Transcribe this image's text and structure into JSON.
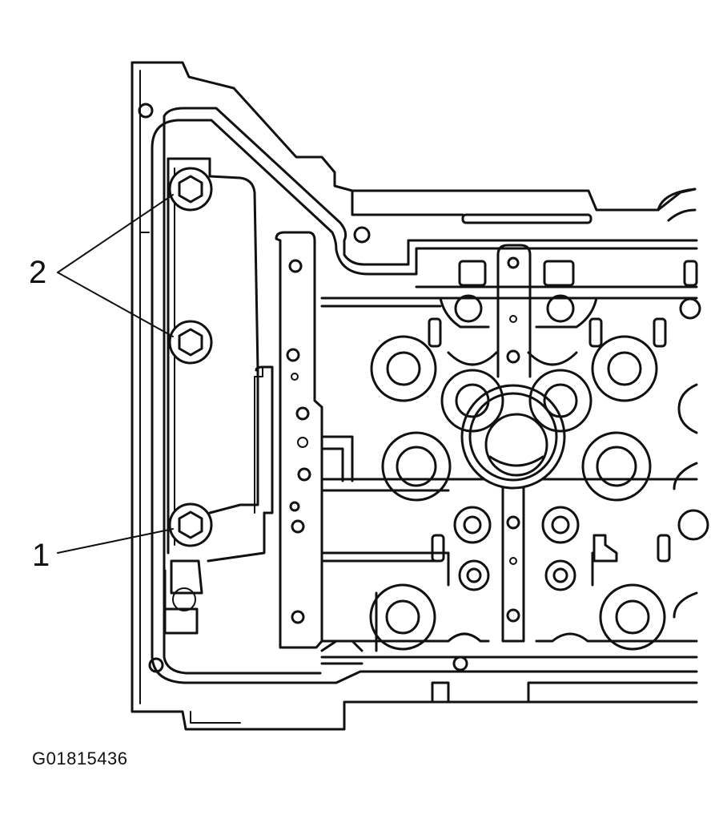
{
  "diagram": {
    "callouts": [
      {
        "id": "1",
        "label": "1"
      },
      {
        "id": "2",
        "label": "2"
      }
    ],
    "figure_id": "G01815436"
  }
}
